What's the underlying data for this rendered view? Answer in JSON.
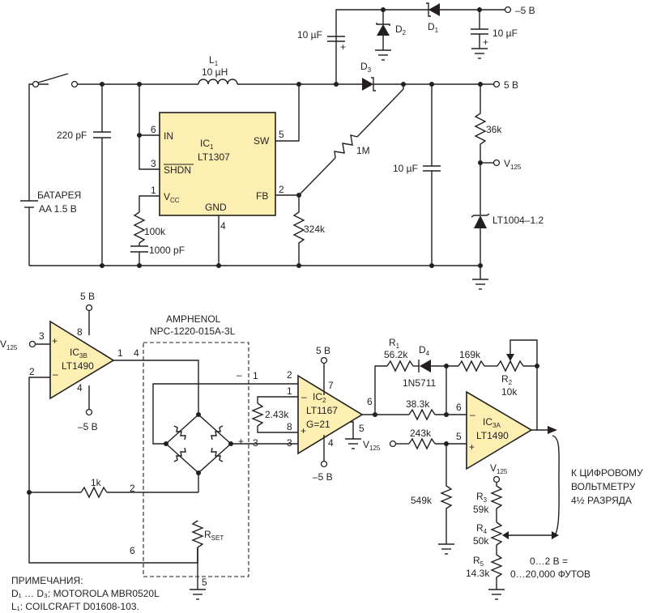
{
  "colors": {
    "ink": "#231f20",
    "ic_fill": "#fdefb2",
    "background": "#ffffff"
  },
  "top": {
    "battery": {
      "line1": "БАТАРЕЯ",
      "line2": "AA 1.5 B"
    },
    "c_220p": "220 pF",
    "inductor": {
      "name": "L",
      "sub": "1",
      "value": "10 µH"
    },
    "ic1": {
      "name": "IC",
      "sub": "1",
      "part": "LT1307"
    },
    "ic1_pins": {
      "in": "IN",
      "shdn": "SHDN",
      "vcc": "V",
      "vcc_sub": "CC",
      "gnd": "GND",
      "sw": "SW",
      "fb": "FB",
      "n6": "6",
      "n3": "3",
      "n1": "1",
      "n4": "4",
      "n5": "5",
      "n2": "2"
    },
    "r_100k": "100k",
    "c_1000p": "1000 pF",
    "c_top_left": "10 µF",
    "c_top_right": "10 µF",
    "c_mid": "10 µF",
    "plus": "+",
    "d1": {
      "name": "D",
      "sub": "1"
    },
    "d2": {
      "name": "D",
      "sub": "2"
    },
    "d3": {
      "name": "D",
      "sub": "3"
    },
    "neg5": "–5 B",
    "pos5": "5 B",
    "r_1m": "1M",
    "r_324k": "324k",
    "r_36k": "36k",
    "v125": {
      "name": "V",
      "sub": "125"
    },
    "ref": "LT1004–1.2"
  },
  "bottom": {
    "ic3b": {
      "name": "IC",
      "sub": "3B",
      "part": "LT1490"
    },
    "ic3b_pins": {
      "p3": "3",
      "p2": "2",
      "p8": "8",
      "p4": "4",
      "p1": "1",
      "plus": "+",
      "minus": "–"
    },
    "v125": {
      "name": "V",
      "sub": "125"
    },
    "pos5": "5 B",
    "neg5": "–5 B",
    "amphenol": {
      "line1": "AMPHENOL",
      "line2": "NPC-1220-015A-3L"
    },
    "conn": {
      "c4": "4",
      "c1": "1",
      "c3": "3",
      "c2": "2",
      "c6": "6",
      "c5": "5",
      "minus": "–",
      "plus": "+"
    },
    "r_1k": "1k",
    "rset": {
      "name": "R",
      "sub": "SET"
    },
    "ic2": {
      "name": "IC",
      "sub": "2",
      "part": "LT1167",
      "gain": "G=21"
    },
    "ic2_pins": {
      "p2": "2",
      "p1": "1",
      "p8": "8",
      "p3": "3",
      "p7": "7",
      "p4": "4",
      "p5": "5",
      "p6": "6",
      "minus": "–",
      "plus": "+"
    },
    "r_243k_gain": "2.43k",
    "r1": {
      "name": "R",
      "sub": "1",
      "value": "56.2k"
    },
    "d4": {
      "name": "D",
      "sub": "4",
      "part": "1N5711"
    },
    "r_169k": "169k",
    "r2": {
      "name": "R",
      "sub": "2",
      "value": "10k"
    },
    "r_383k": "38.3k",
    "r_243k": "243k",
    "r_549k": "549k",
    "ic3a": {
      "name": "IC",
      "sub": "3A",
      "part": "LT1490"
    },
    "ic3a_pins": {
      "p6": "6",
      "p5": "5",
      "minus": "–",
      "plus": "+"
    },
    "r3": {
      "name": "R",
      "sub": "3",
      "value": "59k"
    },
    "r4": {
      "name": "R",
      "sub": "4",
      "value": "50k"
    },
    "r5": {
      "name": "R",
      "sub": "5",
      "value": "14.3k"
    },
    "output": {
      "line1": "К ЦИФРОВОМУ",
      "line2": "ВОЛЬТМЕТРУ",
      "line3": "4½ РАЗРЯДА"
    },
    "range": {
      "line1": "0…2 B =",
      "line2": "0…20,000 ФУТОВ"
    }
  },
  "notes": {
    "title": "ПРИМЕЧАНИЯ:",
    "line1": "D₁ … D₃: MOTOROLA MBR0520L",
    "line2": "L₁: COILCRAFT D01608-103."
  }
}
